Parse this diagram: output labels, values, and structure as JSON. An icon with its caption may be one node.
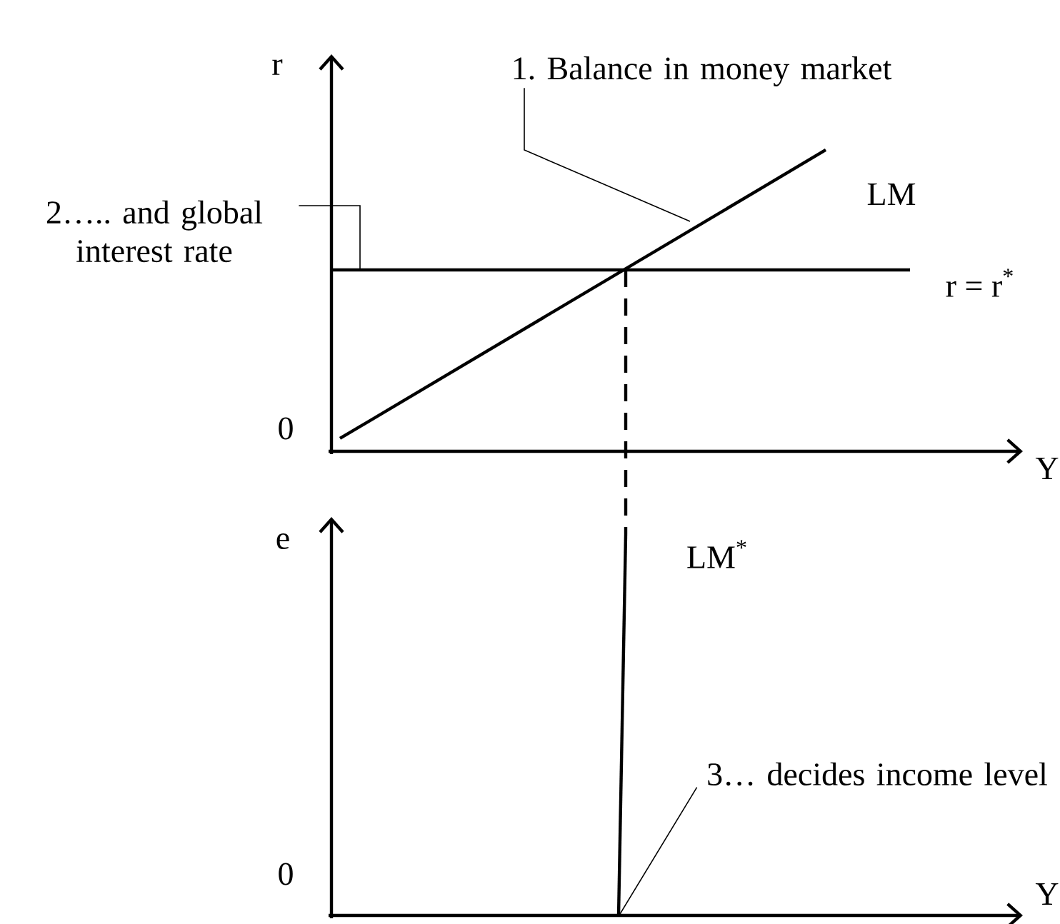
{
  "diagram": {
    "nodes": [
      {
        "text": [
          "1. Balance in money market"
        ]
      },
      {
        "text": [
          "2….. and global interest rate"
        ]
      },
      {
        "text": [
          "3… decides income level"
        ]
      }
    ],
    "edges": [
      {
        "from": 0,
        "to": null,
        "arrow": "none"
      },
      {
        "from": 1,
        "to": null,
        "arrow": "none"
      },
      {
        "from": 2,
        "to": null,
        "arrow": "none"
      }
    ],
    "labels": [
      "r",
      "0",
      "Y",
      "LM",
      "r = r$^{*}$",
      "e",
      "LM$^{*}$",
      "0",
      "Y"
    ]
  }
}
